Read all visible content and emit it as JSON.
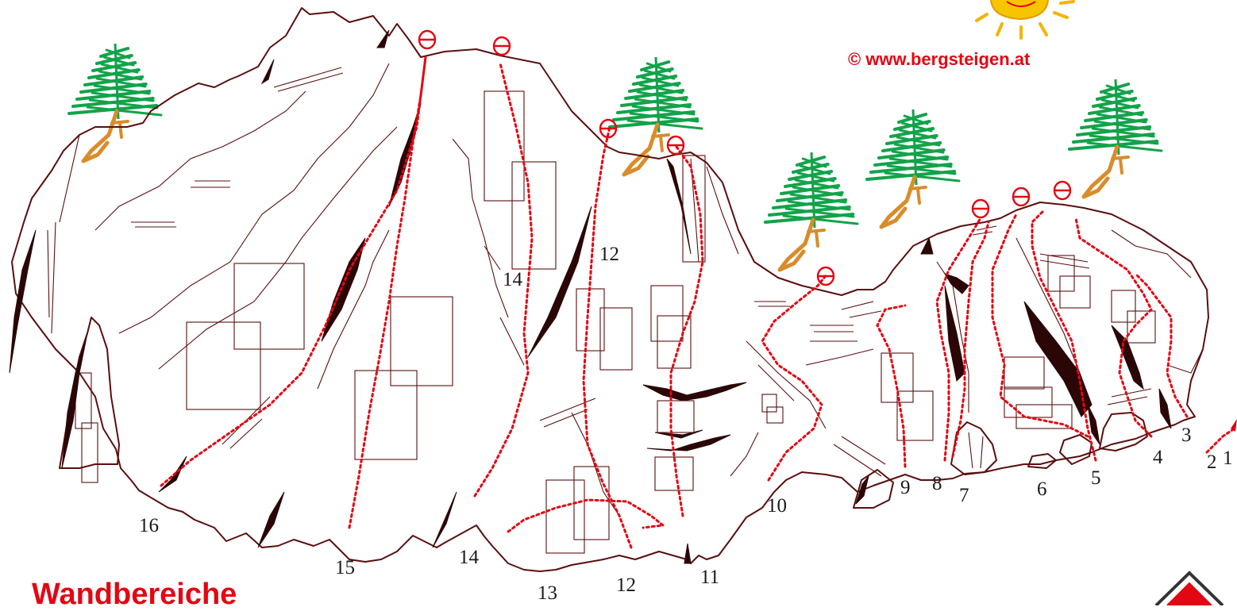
{
  "copyright": "© www.bergsteigen.at",
  "title": "Wandbereiche",
  "colors": {
    "route": "#e30613",
    "rock_outline": "#5a0f0f",
    "tree_foliage": "#12a34a",
    "tree_trunk": "#d98c2b",
    "sun": "#f2b400"
  },
  "route_labels": [
    "1",
    "2",
    "3",
    "4",
    "5",
    "6",
    "7",
    "8",
    "9",
    "10",
    "11",
    "12",
    "13",
    "14",
    "15",
    "16"
  ],
  "wall_labels": {
    "r12": "12",
    "r14": "14"
  },
  "icons": [
    "sun-icon",
    "tree-icon",
    "anchor-icon",
    "route-arrow-icon"
  ]
}
